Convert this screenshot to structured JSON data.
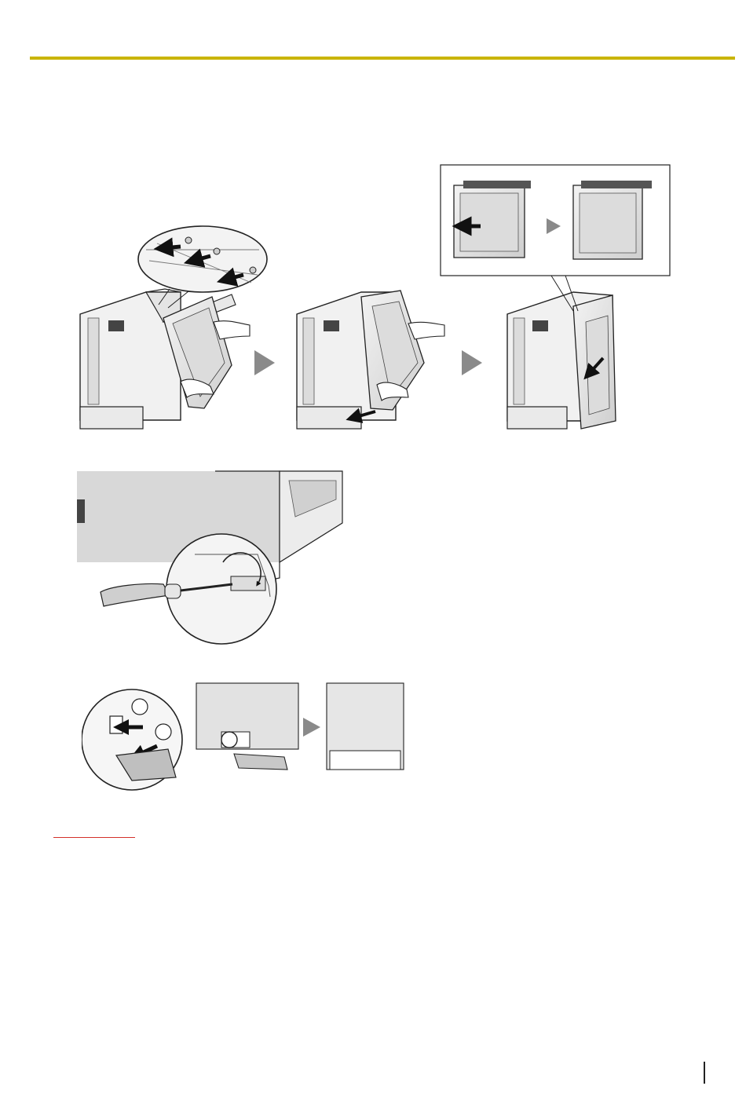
{
  "page": {
    "header_rule_color": "#c9b400",
    "note_rule_color": "#d4302a"
  },
  "figures": {
    "step1_icon": "cabinet-front-cover-removal-sequence",
    "step1_inset_icon": "front-cover-slide-detail",
    "step2_icon": "screwdriver-loosen-screw",
    "step3_icon": "bottom-cover-attach"
  }
}
